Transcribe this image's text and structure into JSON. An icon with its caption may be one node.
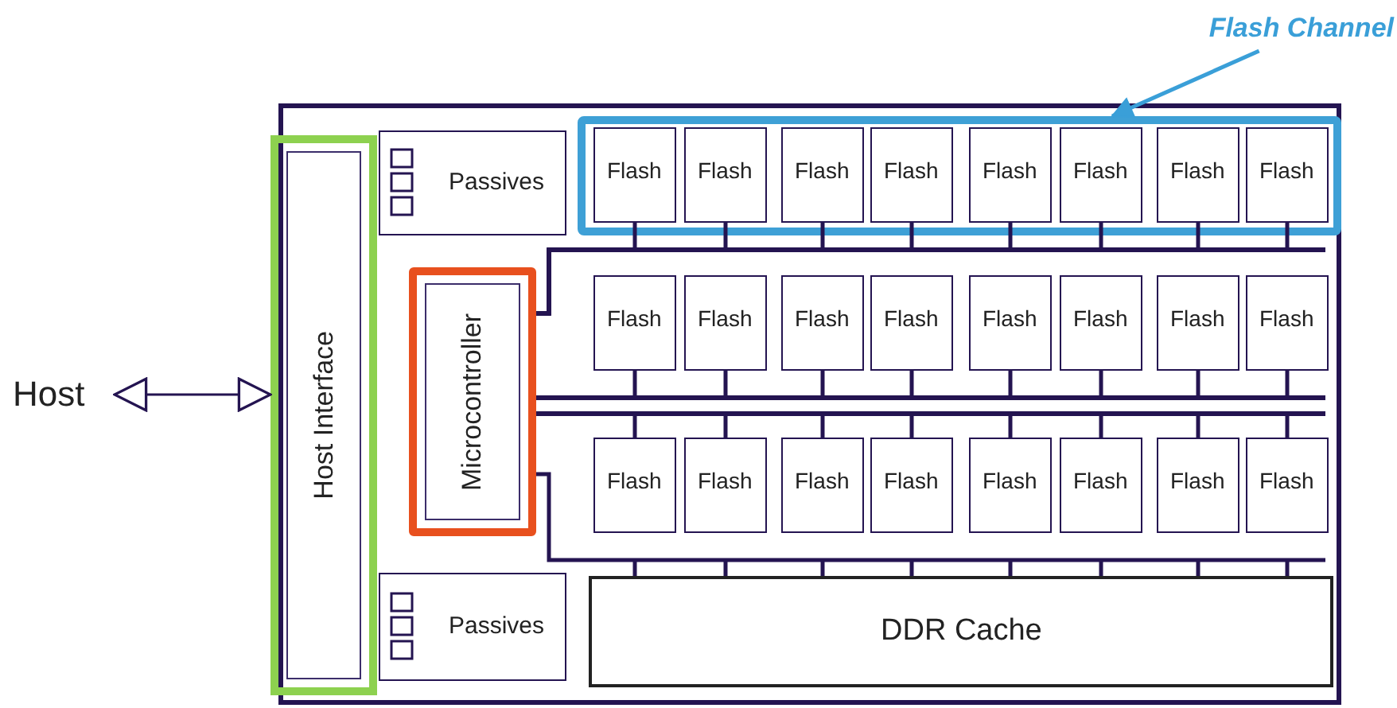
{
  "diagram": {
    "nodes": [
      {
        "text": [
          "Flash Channel"
        ]
      },
      {
        "text": [
          "Host"
        ]
      },
      {
        "text": [],
        "shape": "box"
      },
      {
        "text": [
          "Host Interface"
        ],
        "in": 2
      },
      {
        "text": [
          "Passives"
        ],
        "in": 2
      },
      {
        "text": [],
        "shape": "box",
        "in": 2
      },
      {
        "text": [
          "Flash"
        ],
        "in": 5
      },
      {
        "text": [
          "Flash"
        ],
        "in": 5
      },
      {
        "text": [
          "Flash"
        ],
        "in": 5
      },
      {
        "text": [
          "Flash"
        ],
        "in": 5
      },
      {
        "text": [
          "Flash"
        ],
        "in": 5
      },
      {
        "text": [
          "Flash"
        ],
        "in": 5
      },
      {
        "text": [
          "Flash"
        ],
        "in": 5
      },
      {
        "text": [
          "Flash"
        ],
        "in": 5
      },
      {
        "text": [
          "Microcontroller"
        ],
        "in": 2
      },
      {
        "text": [
          "Flash"
        ],
        "in": 2
      },
      {
        "text": [
          "Flash"
        ],
        "in": 2
      },
      {
        "text": [
          "Flash"
        ],
        "in": 2
      },
      {
        "text": [
          "Flash"
        ],
        "in": 2
      },
      {
        "text": [
          "Flash"
        ],
        "in": 2
      },
      {
        "text": [
          "Flash"
        ],
        "in": 2
      },
      {
        "text": [
          "Flash"
        ],
        "in": 2
      },
      {
        "text": [
          "Flash"
        ],
        "in": 2
      },
      {
        "text": [
          "Flash"
        ],
        "in": 2
      },
      {
        "text": [
          "Flash"
        ],
        "in": 2
      },
      {
        "text": [
          "Flash"
        ],
        "in": 2
      },
      {
        "text": [
          "Flash"
        ],
        "in": 2
      },
      {
        "text": [
          "Flash"
        ],
        "in": 2
      },
      {
        "text": [
          "Flash"
        ],
        "in": 2
      },
      {
        "text": [
          "Flash"
        ],
        "in": 2
      },
      {
        "text": [
          "Flash"
        ],
        "in": 2
      },
      {
        "text": [
          "Passives"
        ],
        "in": 2
      },
      {
        "text": [
          "DDR Cache"
        ],
        "in": 2
      }
    ],
    "edges": [
      {
        "from": 0,
        "to": 5,
        "arrow": "to",
        "color": "#3a9fd8"
      },
      {
        "from": 1,
        "to": 3,
        "arrow": "both"
      },
      {
        "from": 14,
        "to": 6,
        "arrow": "none"
      },
      {
        "from": 14,
        "to": 7,
        "arrow": "none"
      },
      {
        "from": 14,
        "to": 8,
        "arrow": "none"
      },
      {
        "from": 14,
        "to": 9,
        "arrow": "none"
      },
      {
        "from": 14,
        "to": 10,
        "arrow": "none"
      },
      {
        "from": 14,
        "to": 11,
        "arrow": "none"
      },
      {
        "from": 14,
        "to": 12,
        "arrow": "none"
      },
      {
        "from": 14,
        "to": 13,
        "arrow": "none"
      },
      {
        "from": 14,
        "to": 15,
        "arrow": "none"
      },
      {
        "from": 14,
        "to": 16,
        "arrow": "none"
      },
      {
        "from": 14,
        "to": 17,
        "arrow": "none"
      },
      {
        "from": 14,
        "to": 18,
        "arrow": "none"
      },
      {
        "from": 14,
        "to": 19,
        "arrow": "none"
      },
      {
        "from": 14,
        "to": 20,
        "arrow": "none"
      },
      {
        "from": 14,
        "to": 21,
        "arrow": "none"
      },
      {
        "from": 14,
        "to": 22,
        "arrow": "none"
      },
      {
        "from": 14,
        "to": 23,
        "arrow": "none"
      },
      {
        "from": 14,
        "to": 24,
        "arrow": "none"
      },
      {
        "from": 14,
        "to": 25,
        "arrow": "none"
      },
      {
        "from": 14,
        "to": 26,
        "arrow": "none"
      },
      {
        "from": 14,
        "to": 27,
        "arrow": "none"
      },
      {
        "from": 14,
        "to": 28,
        "arrow": "none"
      },
      {
        "from": 14,
        "to": 29,
        "arrow": "none"
      },
      {
        "from": 14,
        "to": 30,
        "arrow": "none"
      },
      {
        "from": 14,
        "to": 32,
        "arrow": "none"
      }
    ]
  }
}
